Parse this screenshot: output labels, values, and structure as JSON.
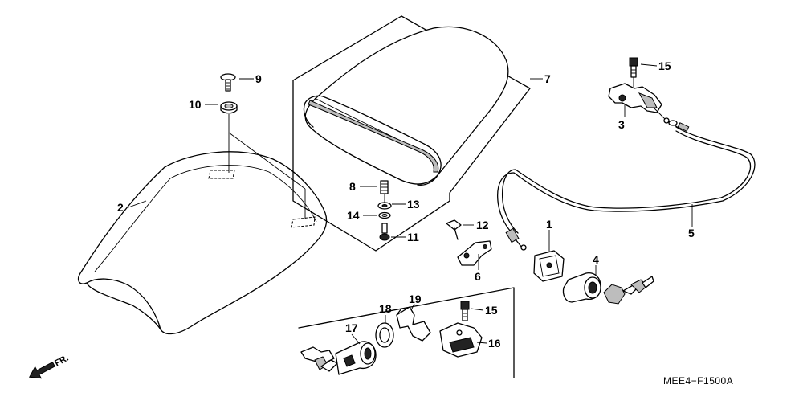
{
  "diagram": {
    "code": "MEE4−F1500A",
    "front_label": "FR."
  },
  "callouts": [
    "1",
    "2",
    "3",
    "4",
    "5",
    "6",
    "7",
    "8",
    "9",
    "10",
    "11",
    "12",
    "13",
    "14",
    "15",
    "15",
    "16",
    "17",
    "18",
    "19"
  ]
}
